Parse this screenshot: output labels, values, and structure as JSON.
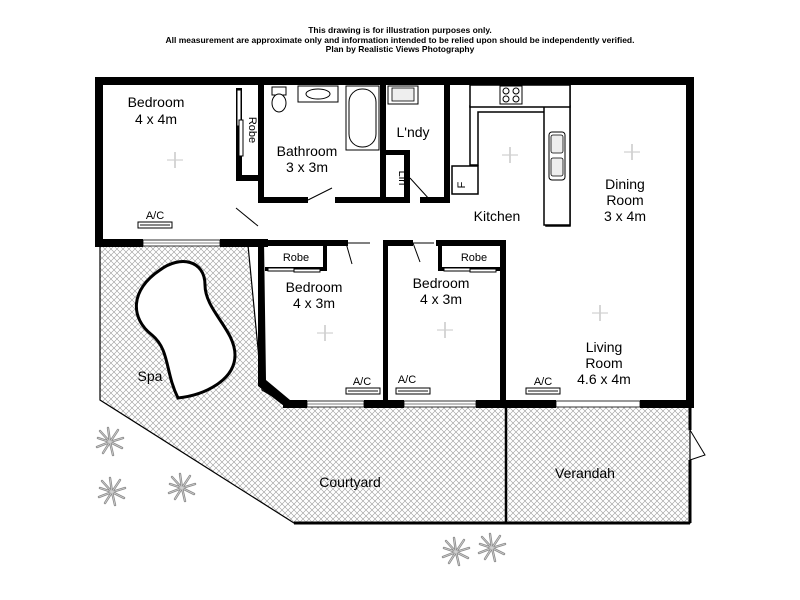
{
  "disclaimer": {
    "line1": "This drawing is for illustration purposes only.",
    "line2": "All measurement are approximate only and information intended to be relied upon should be independently verified.",
    "line3": "Plan by Realistic Views Photography"
  },
  "rooms": {
    "bedroom1": {
      "name": "Bedroom",
      "size": "4 x 4m"
    },
    "bathroom": {
      "name": "Bathroom",
      "size": "3 x 3m"
    },
    "laundry": {
      "name": "L'ndy"
    },
    "linen": {
      "name": "Lin"
    },
    "fridge": {
      "name": "F"
    },
    "kitchen": {
      "name": "Kitchen"
    },
    "dining": {
      "name1": "Dining",
      "name2": "Room",
      "size": "3 x 4m"
    },
    "bedroom2": {
      "name": "Bedroom",
      "size": "4 x 3m"
    },
    "bedroom3": {
      "name": "Bedroom",
      "size": "4 x 3m"
    },
    "living": {
      "name1": "Living",
      "name2": "Room",
      "size": "4.6 x 4m"
    },
    "spa": {
      "name": "Spa"
    },
    "courtyard": {
      "name": "Courtyard"
    },
    "verandah": {
      "name": "Verandah"
    }
  },
  "labels": {
    "robe": "Robe",
    "ac": "A/C"
  }
}
